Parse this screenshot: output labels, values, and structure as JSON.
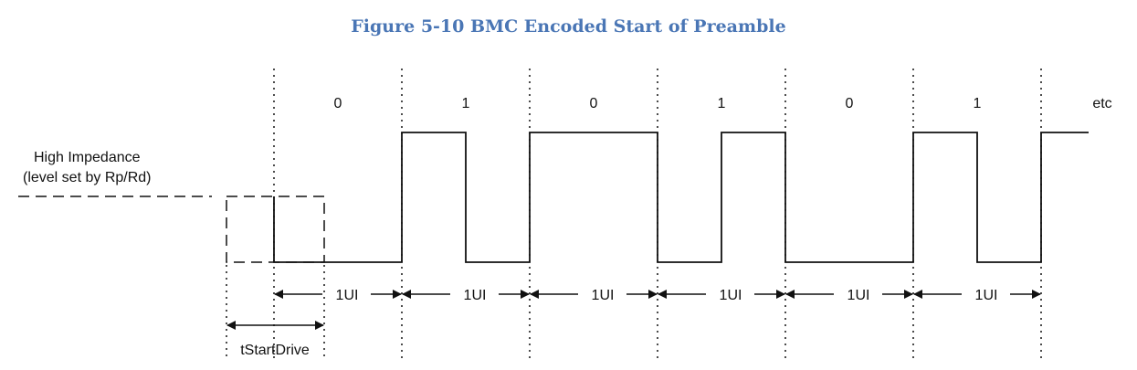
{
  "figure": {
    "title": "Figure 5-10 BMC Encoded Start of Preamble"
  },
  "labels": {
    "high_impedance_line1": "High Impedance",
    "high_impedance_line2": "(level set by Rp/Rd)",
    "t_start_drive": "tStartDrive",
    "etc": "etc"
  },
  "bits": [
    "0",
    "1",
    "0",
    "1",
    "0",
    "1"
  ],
  "ui_label": "1UI",
  "colors": {
    "title": "#4a76b5",
    "line": "#111111"
  }
}
